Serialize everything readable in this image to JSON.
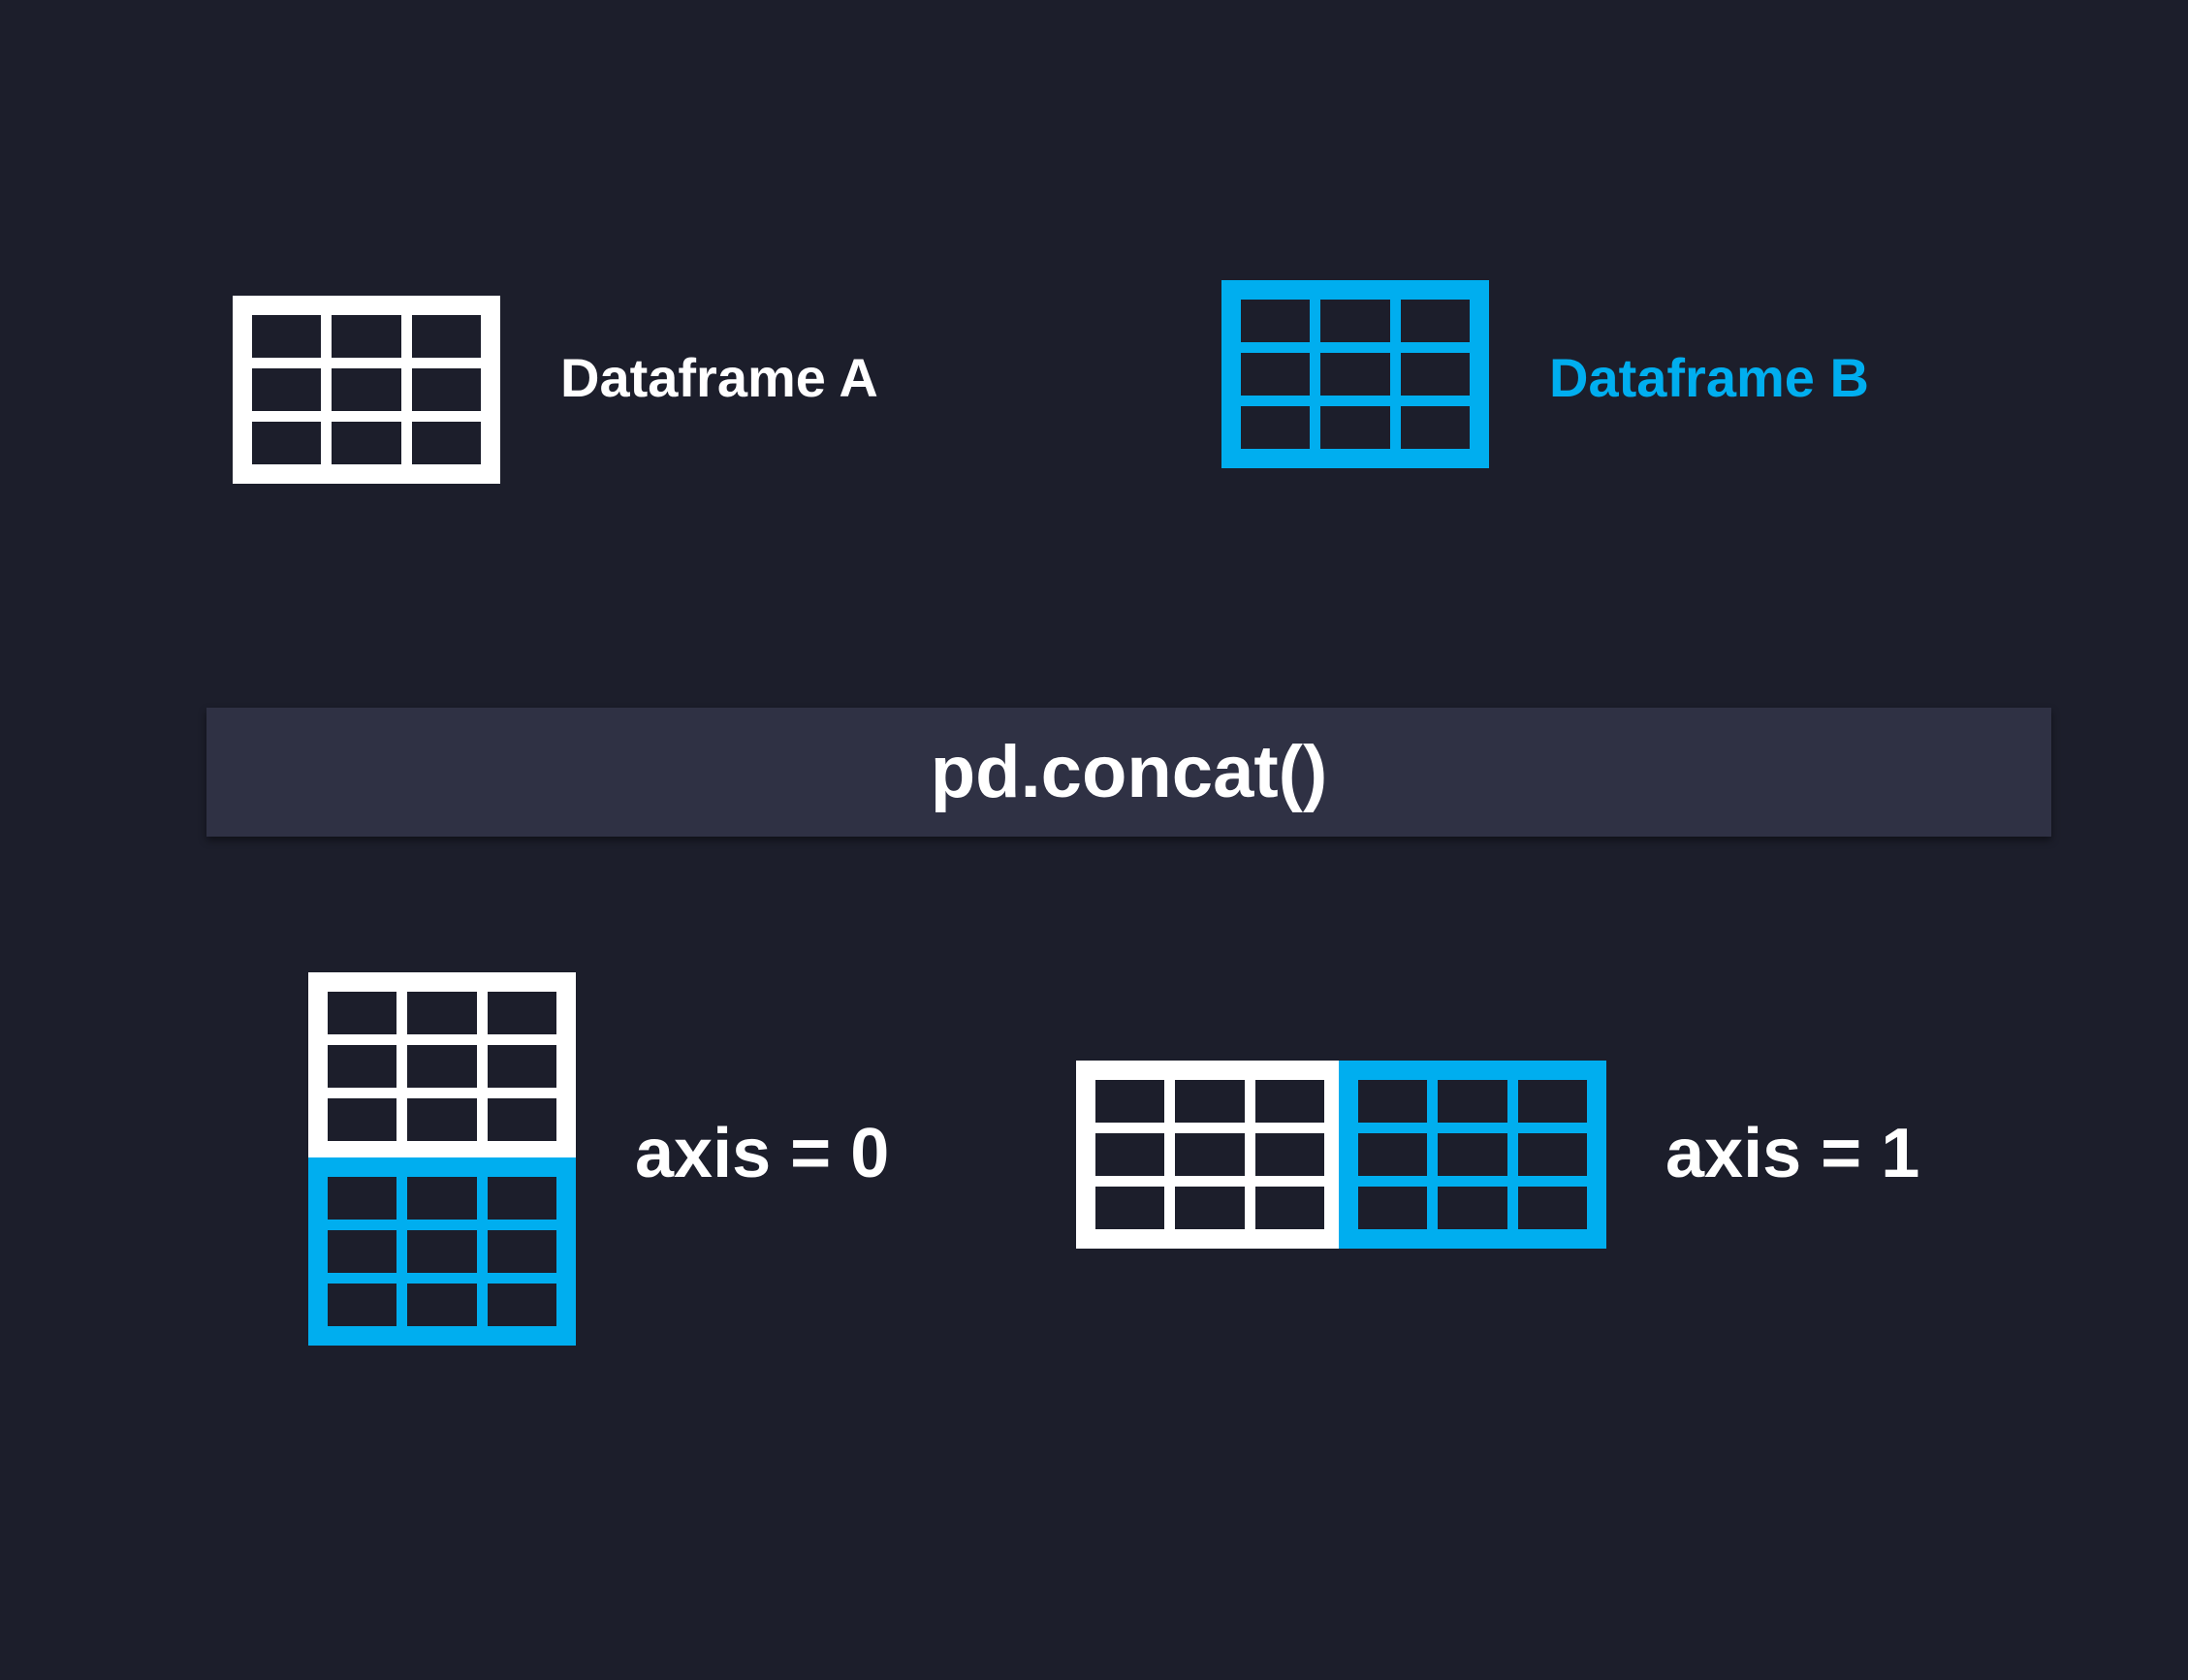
{
  "colors": {
    "background": "#1c1e2b",
    "dataframe_a": "#ffffff",
    "dataframe_b": "#00aeef",
    "bar": "#2f3144"
  },
  "dataframe_a": {
    "label": "Dataframe A",
    "icon": "table-icon"
  },
  "dataframe_b": {
    "label": "Dataframe B",
    "icon": "table-icon"
  },
  "operation": {
    "label": "pd.concat()"
  },
  "results": [
    {
      "label": "axis = 0",
      "icon": "vertical-stack-icon"
    },
    {
      "label": "axis = 1",
      "icon": "horizontal-stack-icon"
    }
  ]
}
